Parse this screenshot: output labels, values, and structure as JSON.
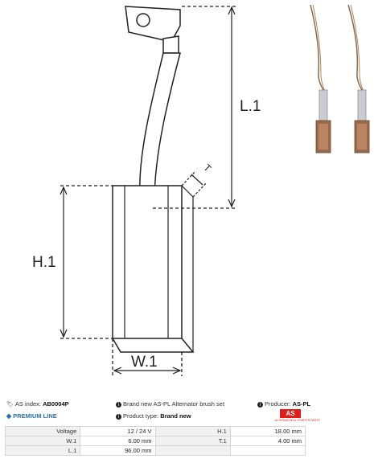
{
  "drawing": {
    "label_l1": "L.1",
    "label_h1": "H.1",
    "label_w1": "W.1",
    "label_t": "T"
  },
  "info": {
    "as_index_label": "AS index:",
    "as_index_value": "AB0004P",
    "description": "Brand new AS-PL Alternator brush set",
    "producer_label": "Producer:",
    "producer_value": "AS-PL",
    "premium_line": "PREMIUM LINE",
    "product_type_label": "Product type:",
    "product_type_value": "Brand new",
    "logo_text": "AS",
    "logo_subtext": "ALTERNATOR & STARTER PARTS"
  },
  "specs": {
    "rows": [
      {
        "l1": "Voltage",
        "v1": "12 / 24 V",
        "l2": "H.1",
        "v2": "18.00 mm"
      },
      {
        "l1": "W.1",
        "v1": "6.00 mm",
        "l2": "T.1",
        "v2": "4.00 mm"
      },
      {
        "l1": "L.1",
        "v1": "96.00 mm",
        "l2": "",
        "v2": ""
      }
    ]
  }
}
